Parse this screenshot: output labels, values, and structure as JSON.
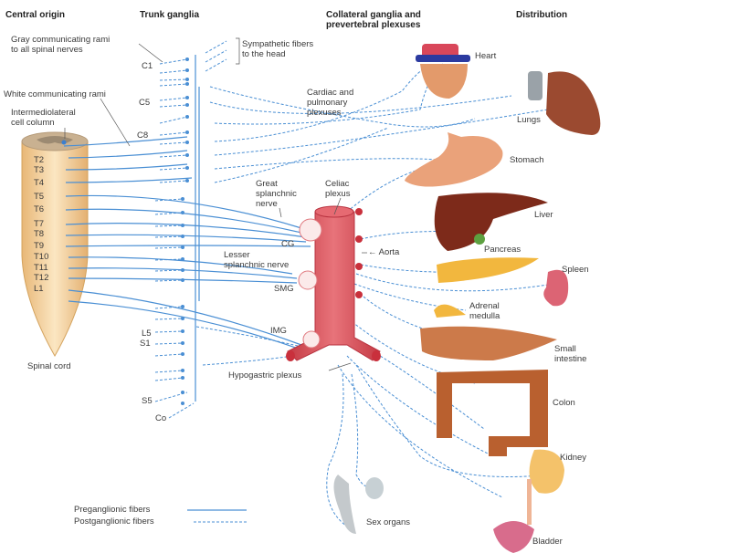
{
  "headers": {
    "central_origin": "Central origin",
    "trunk_ganglia": "Trunk ganglia",
    "collateral": "Collateral ganglia and\nprevertebral plexuses",
    "distribution": "Distribution"
  },
  "labels": {
    "gray_rami": "Gray communicating rami\nto all spinal nerves",
    "white_rami": "White communicating rami",
    "iml": "Intermediolateral\ncell column",
    "spinal_cord": "Spinal cord",
    "symp_head": "Sympathetic fibers\nto the head",
    "cardiac": "Cardiac and\npulmonary\nplexuses",
    "great_splanchnic": "Great\nsplanchnic\nnerve",
    "celiac": "Celiac\nplexus",
    "cg": "CG",
    "lesser_splanchnic": "Lesser\nsplanchnic nerve",
    "smg": "SMG",
    "img": "IMG",
    "aorta": "Aorta",
    "hypogastric": "Hypogastric plexus"
  },
  "cervical_segments": [
    "C1",
    "C5",
    "C8"
  ],
  "cord_segments": [
    "T2",
    "T3",
    "T4",
    "T5",
    "T6",
    "T7",
    "T8",
    "T9",
    "T10",
    "T11",
    "T12",
    "L1"
  ],
  "lower_segments": [
    "L5",
    "S1",
    "S5",
    "Co"
  ],
  "organs": [
    "Heart",
    "Lungs",
    "Stomach",
    "Liver",
    "Pancreas",
    "Spleen",
    "Adrenal\nmedulla",
    "Small\nintestine",
    "Colon",
    "Kidney",
    "Bladder",
    "Sex organs"
  ],
  "legend": {
    "pre": "Preganglionic fibers",
    "post": "Postganglionic fibers"
  },
  "colors": {
    "nerve": "#4a8fd4",
    "aorta": "#d9545c",
    "cord": "#f2cf98"
  }
}
